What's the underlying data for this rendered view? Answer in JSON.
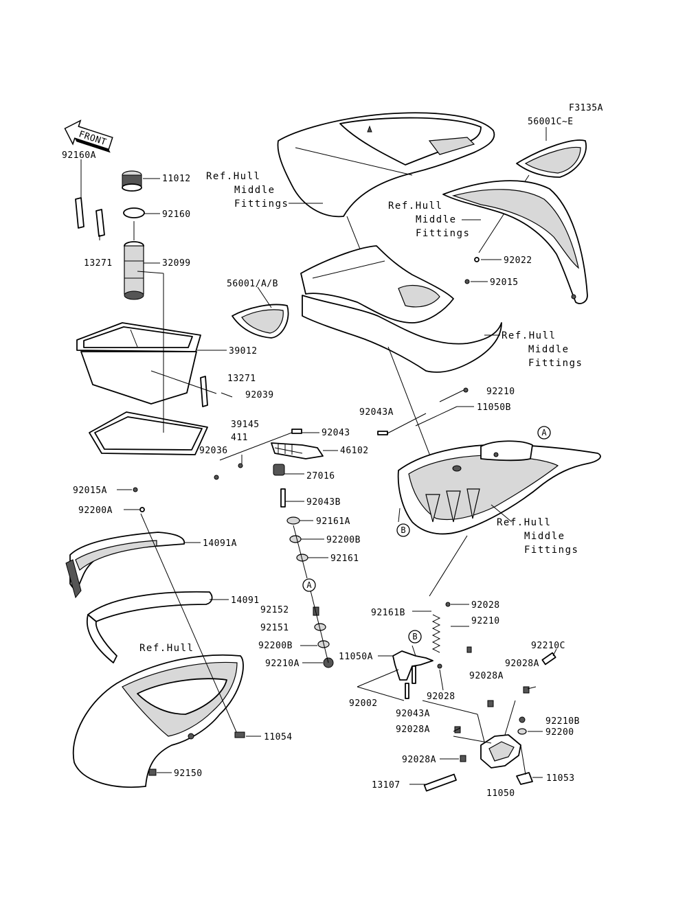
{
  "figure_code": "F3135A",
  "front_label": "FRONT",
  "ref_hull_middle_fittings": [
    "Ref.Hull",
    "Middle",
    "Fittings"
  ],
  "ref_hull": "Ref.Hull",
  "labels": {
    "p92160A": "92160A",
    "p11012": "11012",
    "p92160": "92160",
    "p13271a": "13271",
    "p32099": "32099",
    "p56001AB": "56001/A/B",
    "p39012": "39012",
    "p13271b": "13271",
    "p92039": "92039",
    "p39145": "39145",
    "p411": "411",
    "p92036": "92036",
    "p92043": "92043",
    "p46102": "46102",
    "p27016": "27016",
    "p92043B": "92043B",
    "p92161A": "92161A",
    "p92200B": "92200B",
    "p92161": "92161",
    "p92152": "92152",
    "p92151": "92151",
    "p92200B2": "92200B",
    "p92210A": "92210A",
    "p92015A": "92015A",
    "p92200A": "92200A",
    "p14091A": "14091A",
    "p14091": "14091",
    "p11054": "11054",
    "p92150": "92150",
    "p56001CE": "56001C~E",
    "p92022": "92022",
    "p92015": "92015",
    "p92210a": "92210",
    "p92043A": "92043A",
    "p11050B": "11050B",
    "p92161B": "92161B",
    "p92028": "92028",
    "p92210b": "92210",
    "p11050A": "11050A",
    "p92002": "92002",
    "p92043A2": "92043A",
    "p92028b": "92028",
    "p92028A1": "92028A",
    "p92028A2": "92028A",
    "p92028A3": "92028A",
    "p92028A4": "92028A",
    "p92210C": "92210C",
    "p92210B": "92210B",
    "p92200": "92200",
    "p11053": "11053",
    "p13107": "13107",
    "p11050": "11050"
  },
  "markers": {
    "A": "A",
    "B": "B"
  }
}
